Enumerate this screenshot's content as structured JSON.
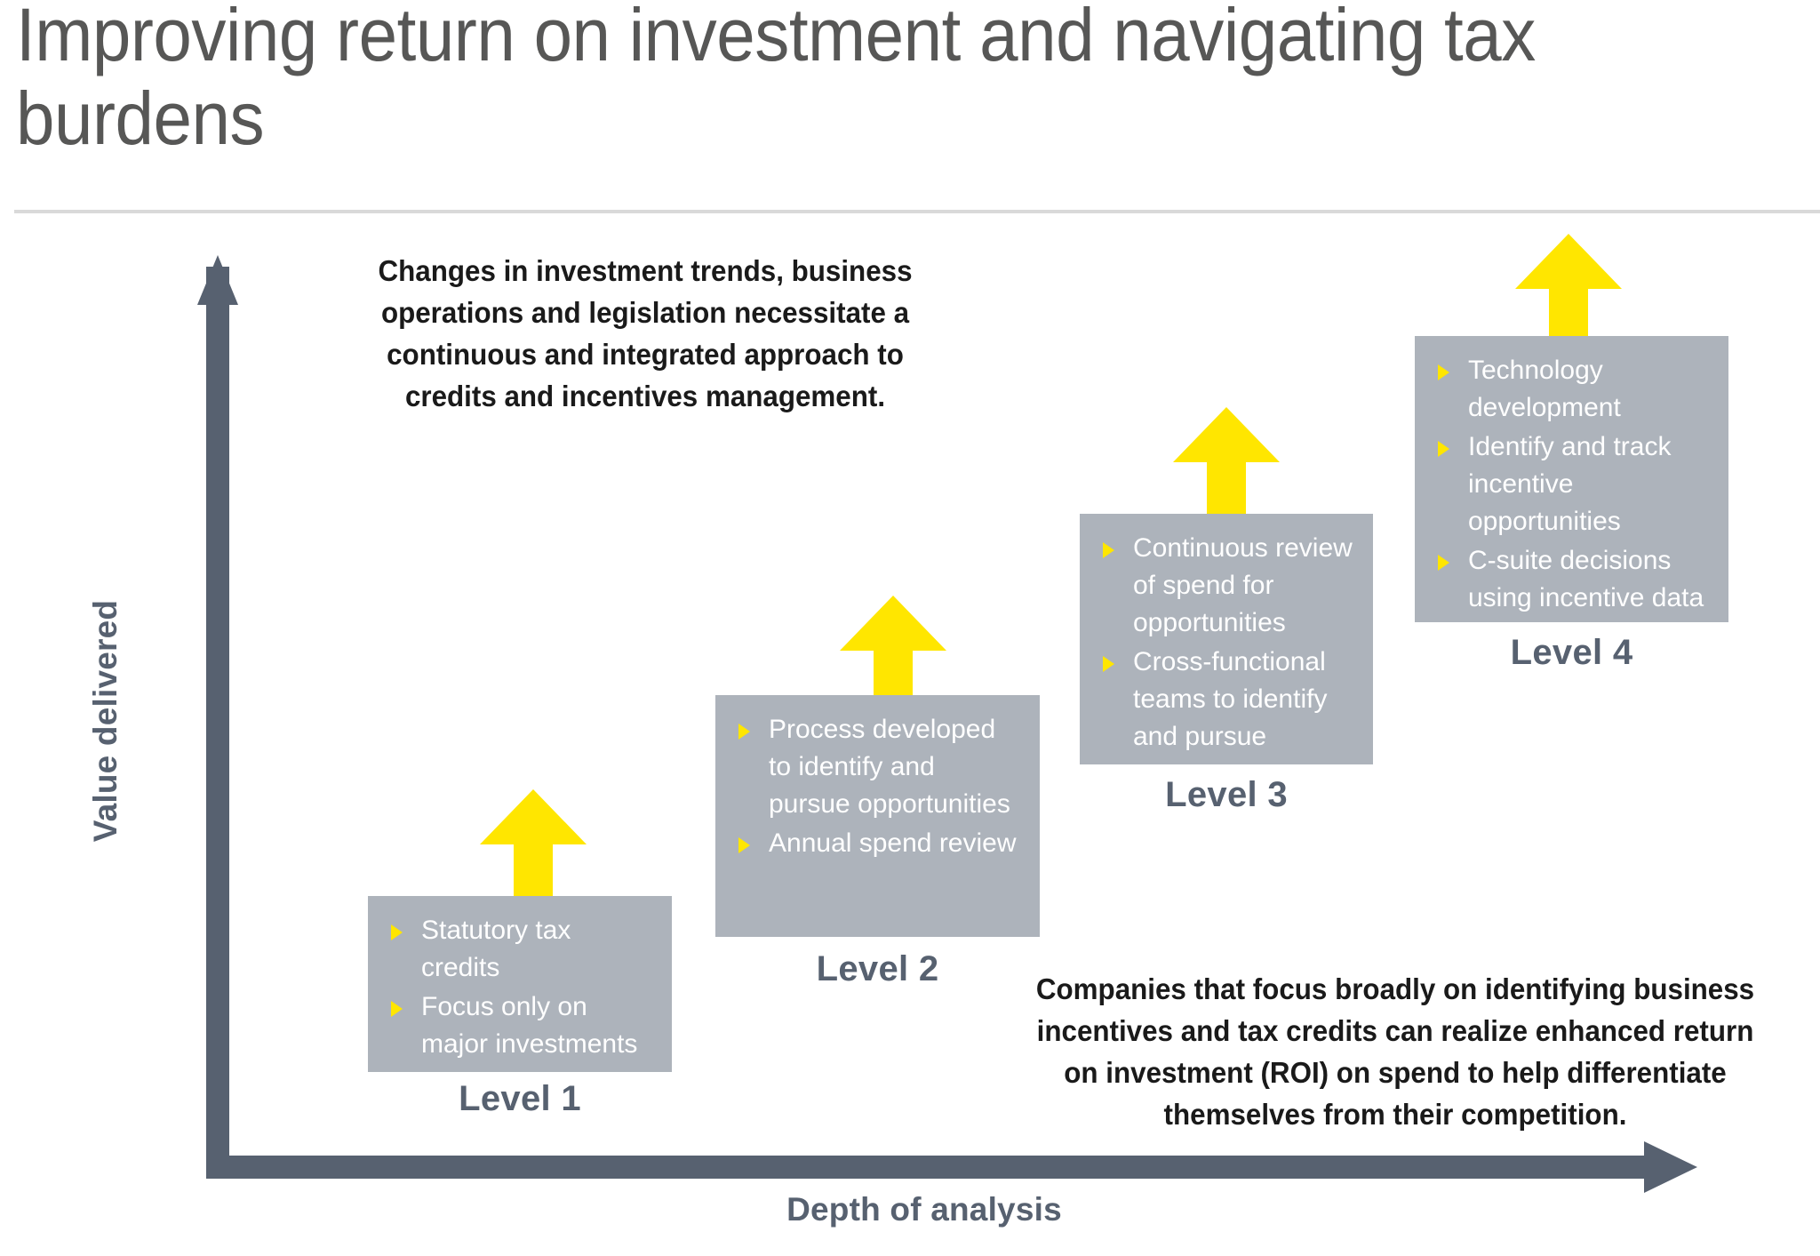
{
  "slide": {
    "title": "Improving return on investment and navigating tax burdens",
    "axes": {
      "y_label": "Value delivered",
      "x_label": "Depth of analysis"
    },
    "callouts": {
      "top": "Changes in investment trends, business operations and legislation necessitate a continuous and integrated approach to credits and incentives management.",
      "bottom": "Companies that focus broadly on identifying business incentives and tax credits can realize enhanced return on investment (ROI) on spend to help differentiate themselves from their competition."
    },
    "colors": {
      "title_gray": "#575756",
      "slate": "#576170",
      "box_gray": "#adb3bb",
      "accent_yellow": "#ffe600",
      "divider": "#d9d9d9",
      "box_text": "#ffffff",
      "body_text": "#1a1a1a"
    },
    "levels": [
      {
        "caption": "Level 1",
        "bullets": [
          "Statutory tax credits",
          "Focus only on major investments"
        ]
      },
      {
        "caption": "Level 2",
        "bullets": [
          "Process developed to identify and pursue opportunities",
          "Annual spend review"
        ]
      },
      {
        "caption": "Level 3",
        "bullets": [
          "Continuous review of spend for opportunities",
          "Cross-functional teams to identify and pursue"
        ]
      },
      {
        "caption": "Level 4",
        "bullets": [
          "Technology development",
          "Identify and track incentive opportunities",
          "C-suite decisions using incentive data"
        ]
      }
    ],
    "chart_data": {
      "type": "bar",
      "title": "Improving return on investment and navigating tax burdens",
      "xlabel": "Depth of analysis",
      "ylabel": "Value delivered",
      "categories": [
        "Level 1",
        "Level 2",
        "Level 3",
        "Level 4"
      ],
      "values": [
        1,
        2,
        3,
        4
      ],
      "grid": false,
      "legend": "none",
      "note": "Ascending maturity staircase: four gray panels rising left-to-right, each topped by an upward yellow arrow."
    }
  }
}
